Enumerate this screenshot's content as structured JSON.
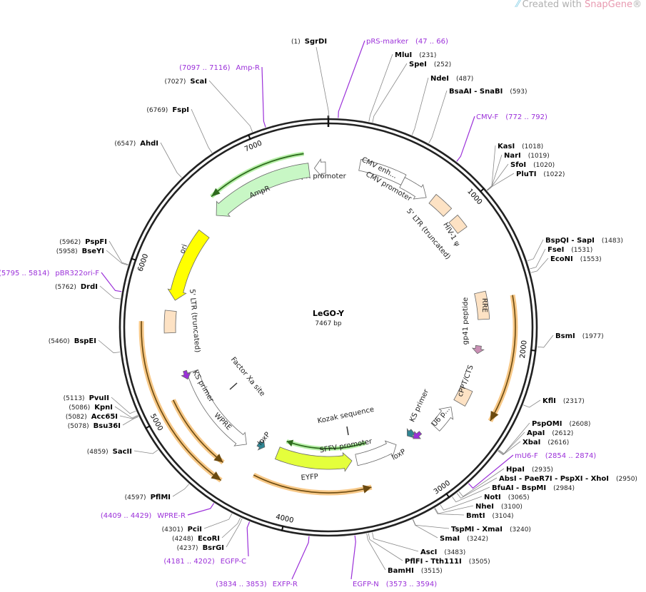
{
  "header": {
    "prefix": "Created with ",
    "brand": "SnapGene",
    "suffix": "®"
  },
  "plasmid": {
    "name": "LeGO-Y",
    "length_label": "7467 bp",
    "length": 7467
  },
  "ticks": [
    "1000",
    "2000",
    "3000",
    "4000",
    "5000",
    "6000",
    "7000"
  ],
  "sites": [
    {
      "name": "SgrDI",
      "pos": "(1)",
      "bp": 1
    },
    {
      "name": "MluI",
      "pos": "(231)",
      "bp": 231
    },
    {
      "name": "SpeI",
      "pos": "(252)",
      "bp": 252
    },
    {
      "name": "NdeI",
      "pos": "(487)",
      "bp": 487
    },
    {
      "name": "BsaAI  - SnaBI",
      "pos": "(593)",
      "bp": 593
    },
    {
      "name": "KasI",
      "pos": "(1018)",
      "bp": 1018
    },
    {
      "name": "NarI",
      "pos": "(1019)",
      "bp": 1019
    },
    {
      "name": "SfoI",
      "pos": "(1020)",
      "bp": 1020
    },
    {
      "name": "PluTI",
      "pos": "(1022)",
      "bp": 1022
    },
    {
      "name": "BspQI  - SapI",
      "pos": "(1483)",
      "bp": 1483
    },
    {
      "name": "FseI",
      "pos": "(1531)",
      "bp": 1531
    },
    {
      "name": "EcoNI",
      "pos": "(1553)",
      "bp": 1553
    },
    {
      "name": "BsmI",
      "pos": "(1977)",
      "bp": 1977
    },
    {
      "name": "KflI",
      "pos": "(2317)",
      "bp": 2317
    },
    {
      "name": "PspOMI",
      "pos": "(2608)",
      "bp": 2608
    },
    {
      "name": "ApaI",
      "pos": "(2612)",
      "bp": 2612
    },
    {
      "name": "XbaI",
      "pos": "(2616)",
      "bp": 2616
    },
    {
      "name": "HpaI",
      "pos": "(2935)",
      "bp": 2935
    },
    {
      "name": "AbsI  - PaeR7I  - PspXI  - XhoI",
      "pos": "(2950)",
      "bp": 2950
    },
    {
      "name": "BfuAI  - BspMI",
      "pos": "(2984)",
      "bp": 2984
    },
    {
      "name": "NotI",
      "pos": "(3065)",
      "bp": 3065
    },
    {
      "name": "NheI",
      "pos": "(3100)",
      "bp": 3100
    },
    {
      "name": "BmtI",
      "pos": "(3104)",
      "bp": 3104
    },
    {
      "name": "TspMI  - XmaI",
      "pos": "(3240)",
      "bp": 3240
    },
    {
      "name": "SmaI",
      "pos": "(3242)",
      "bp": 3242
    },
    {
      "name": "AscI",
      "pos": "(3483)",
      "bp": 3483
    },
    {
      "name": "PflFI  - Tth111I",
      "pos": "(3505)",
      "bp": 3505
    },
    {
      "name": "BamHI",
      "pos": "(3515)",
      "bp": 3515
    },
    {
      "name": "BsrGI",
      "pos": "(4237)",
      "bp": 4237
    },
    {
      "name": "EcoRI",
      "pos": "(4248)",
      "bp": 4248
    },
    {
      "name": "PciI",
      "pos": "(4301)",
      "bp": 4301
    },
    {
      "name": "PflMI",
      "pos": "(4597)",
      "bp": 4597
    },
    {
      "name": "SacII",
      "pos": "(4859)",
      "bp": 4859
    },
    {
      "name": "Bsu36I",
      "pos": "(5078)",
      "bp": 5078
    },
    {
      "name": "Acc65I",
      "pos": "(5082)",
      "bp": 5082
    },
    {
      "name": "KpnI",
      "pos": "(5086)",
      "bp": 5086
    },
    {
      "name": "PvuII",
      "pos": "(5113)",
      "bp": 5113
    },
    {
      "name": "BspEI",
      "pos": "(5460)",
      "bp": 5460
    },
    {
      "name": "DrdI",
      "pos": "(5762)",
      "bp": 5762
    },
    {
      "name": "BseYI",
      "pos": "(5958)",
      "bp": 5958
    },
    {
      "name": "PspFI",
      "pos": "(5962)",
      "bp": 5962
    },
    {
      "name": "AhdI",
      "pos": "(6547)",
      "bp": 6547
    },
    {
      "name": "FspI",
      "pos": "(6769)",
      "bp": 6769
    },
    {
      "name": "ScaI",
      "pos": "(7027)",
      "bp": 7027
    }
  ],
  "primers": [
    {
      "name": "pRS-marker",
      "range": "(47 .. 66)",
      "bp": 56
    },
    {
      "name": "CMV-F",
      "range": "(772 .. 792)",
      "bp": 782
    },
    {
      "name": "mU6-F",
      "range": "(2854 .. 2874)",
      "bp": 2864
    },
    {
      "name": "EGFP-N",
      "range": "(3573 .. 3594)",
      "bp": 3583
    },
    {
      "name": "EXFP-R",
      "range": "(3834 .. 3853)",
      "bp": 3843
    },
    {
      "name": "EGFP-C",
      "range": "(4181 .. 4202)",
      "bp": 4191
    },
    {
      "name": "WPRE-R",
      "range": "(4409 .. 4429)",
      "bp": 4419
    },
    {
      "name": "pBR322ori-F",
      "range": "(5795 .. 5814)",
      "bp": 5804
    },
    {
      "name": "Amp-R",
      "range": "(7097 .. 7116)",
      "bp": 7106
    }
  ],
  "features": [
    {
      "name": "AmpR promoter",
      "start": 7363,
      "end": 7446,
      "type": "arrow",
      "dir": "ccw",
      "color": "#ffffff"
    },
    {
      "name": "AmpR",
      "start": 6534,
      "end": 7322,
      "type": "arrow",
      "dir": "ccw",
      "color": "#c8f7c5"
    },
    {
      "name": "CMV enh...",
      "start": 228,
      "end": 560,
      "type": "box",
      "dir": "cw",
      "color": "#ffffff"
    },
    {
      "name": "CMV promoter",
      "start": 560,
      "end": 767,
      "type": "arrow",
      "dir": "cw",
      "color": "#ffffff"
    },
    {
      "name": "5' LTR (truncated)",
      "start": 809,
      "end": 954,
      "type": "box",
      "dir": "none",
      "color": "#fde2c4"
    },
    {
      "name": "HIV-1 ψ",
      "start": 1016,
      "end": 1120,
      "type": "box",
      "dir": "none",
      "color": "#fde2c4"
    },
    {
      "name": "RRE",
      "start": 1597,
      "end": 1805,
      "type": "box",
      "dir": "none",
      "color": "#fde2c4"
    },
    {
      "name": "gp41 peptide",
      "start": 2012,
      "end": 2074,
      "type": "arrow",
      "dir": "cw",
      "color": "#c98fb4"
    },
    {
      "name": "cPPT/CTS",
      "start": 2364,
      "end": 2489,
      "type": "box",
      "dir": "none",
      "color": "#fde2c4"
    },
    {
      "name": "U6 p...",
      "start": 2551,
      "end": 2759,
      "type": "arrow",
      "dir": "ccw",
      "color": "#ffffff"
    },
    {
      "name": "loxP",
      "start": 2924,
      "end": 2987,
      "type": "arrow",
      "dir": "cw",
      "color": "#2f8593"
    },
    {
      "name": "KS primer",
      "start": 2880,
      "end": 2960,
      "type": "arrow",
      "dir": "cw",
      "color": "#9b30d9"
    },
    {
      "name": "SFFV promoter",
      "start": 3111,
      "end": 3485,
      "type": "arrow",
      "dir": "ccw",
      "color": "#ffffff"
    },
    {
      "name": "EYFP",
      "start": 3526,
      "end": 4190,
      "type": "arrow",
      "dir": "ccw",
      "color": "#e4ff3c"
    },
    {
      "name": "loxP",
      "start": 4314,
      "end": 4377,
      "type": "arrow",
      "dir": "ccw",
      "color": "#2f8593"
    },
    {
      "name": "WPRE",
      "start": 4459,
      "end": 5227,
      "type": "arrow",
      "dir": "ccw",
      "color": "#ffffff"
    },
    {
      "name": "KS primer",
      "start": 5180,
      "end": 5250,
      "type": "arrow",
      "dir": "ccw",
      "color": "#9b30d9"
    },
    {
      "name": "5' LTR (truncated)",
      "start": 5559,
      "end": 5725,
      "type": "box",
      "dir": "none",
      "color": "#fde2c4"
    },
    {
      "name": "ori",
      "start": 5808,
      "end": 6368,
      "type": "arrow",
      "dir": "ccw",
      "color": "#ffff00"
    }
  ],
  "misc_labels": [
    "Factor Xa site",
    "Kozak sequence"
  ],
  "orange_arcs": [
    {
      "start": 1660,
      "end": 2490,
      "dir": "cw"
    },
    {
      "start": 3420,
      "end": 4290,
      "dir": "ccw"
    },
    {
      "start": 4460,
      "end": 5640,
      "dir": "ccw"
    },
    {
      "start": 4520,
      "end": 5080,
      "dir": "ccw"
    }
  ],
  "green_lines": [
    {
      "start": 6600,
      "end": 7300,
      "dir": "ccw"
    },
    {
      "start": 3360,
      "end": 4150,
      "dir": "cw"
    }
  ]
}
